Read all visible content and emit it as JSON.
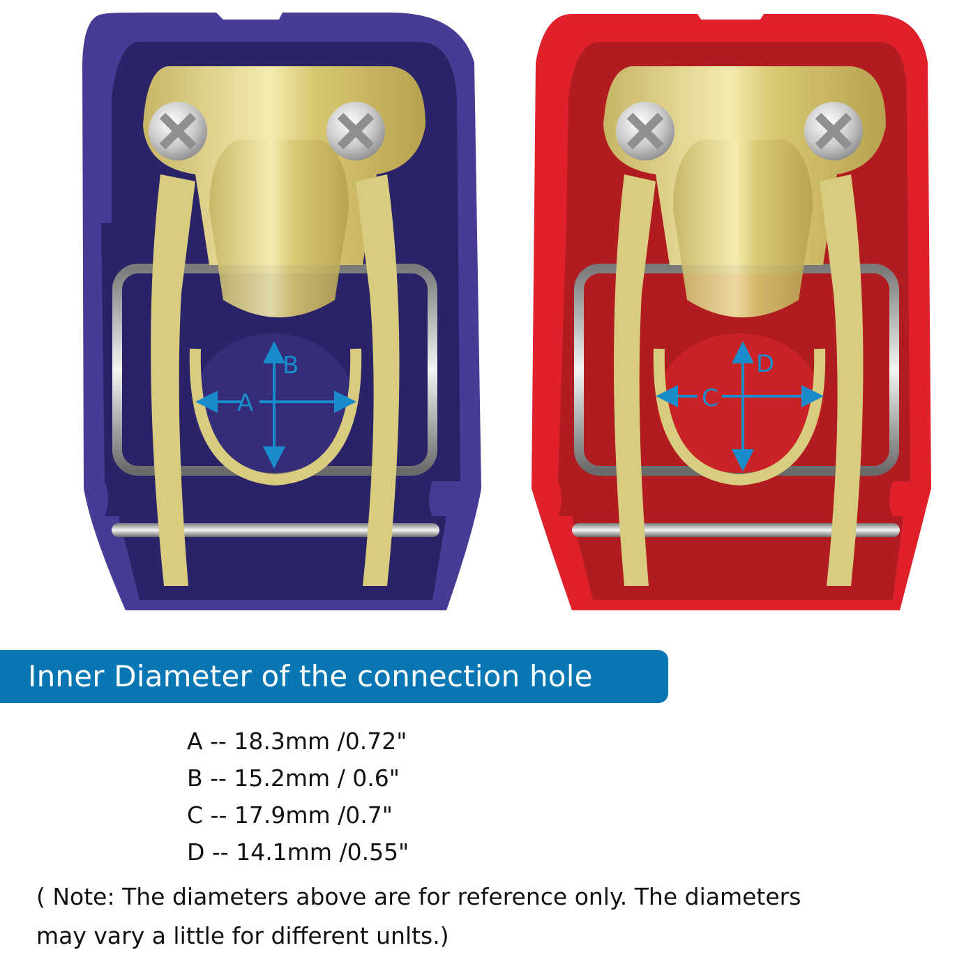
{
  "product_image": {
    "left_terminal": {
      "color_name": "blue",
      "body_color": "#463c96",
      "dims": {
        "horizontal": "A",
        "vertical": "B"
      },
      "hole_color": "#2a2368"
    },
    "right_terminal": {
      "color_name": "red",
      "body_color": "#e0202b",
      "dims": {
        "horizontal": "C",
        "vertical": "D"
      },
      "hole_color": "#b11c20"
    },
    "brass_color": "#d8cd7f",
    "arrow_color": "#1a8ccc"
  },
  "banner": {
    "title": "Inner Diameter of the connection hole",
    "bg_color": "#0977b3"
  },
  "specs": [
    {
      "label": "A -- 18.3mm /0.72\""
    },
    {
      "label": "B -- 15.2mm / 0.6\""
    },
    {
      "label": "C -- 17.9mm /0.7\""
    },
    {
      "label": "D -- 14.1mm /0.55\""
    }
  ],
  "note": {
    "line1": "( Note: The diameters above are for reference only. The diameters",
    "line2": "may vary a little for different unlts.)"
  }
}
